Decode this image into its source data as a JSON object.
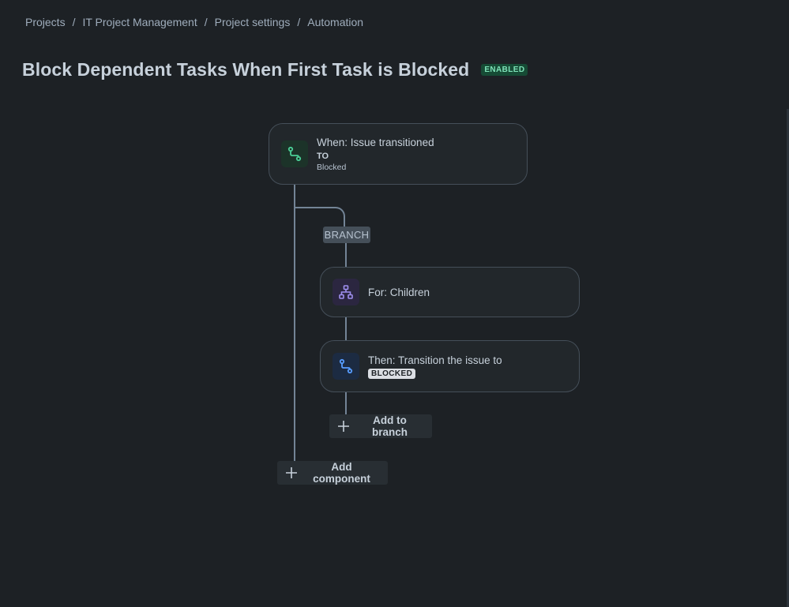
{
  "breadcrumb": {
    "items": [
      "Projects",
      "IT Project Management",
      "Project settings",
      "Automation"
    ],
    "separator": "/"
  },
  "rule": {
    "title": "Block Dependent Tasks When First Task is Blocked",
    "status": "ENABLED"
  },
  "trigger": {
    "title": "When: Issue transitioned",
    "field_label": "TO",
    "field_value": "Blocked",
    "icon": "transition-icon"
  },
  "branch": {
    "label": "BRANCH",
    "for_title": "For: Children",
    "for_icon": "hierarchy-icon",
    "action_title": "Then: Transition the issue to",
    "action_status": "BLOCKED",
    "action_icon": "transition-icon",
    "add_label": "Add to branch"
  },
  "add_component_label": "Add component",
  "colors": {
    "background": "#1d2125",
    "card": "#22272b",
    "connector": "#738496",
    "enabled_badge": "#164b35",
    "trigger_icon": "#4bce97",
    "branch_icon": "#9f8fef",
    "action_icon": "#579dff"
  }
}
